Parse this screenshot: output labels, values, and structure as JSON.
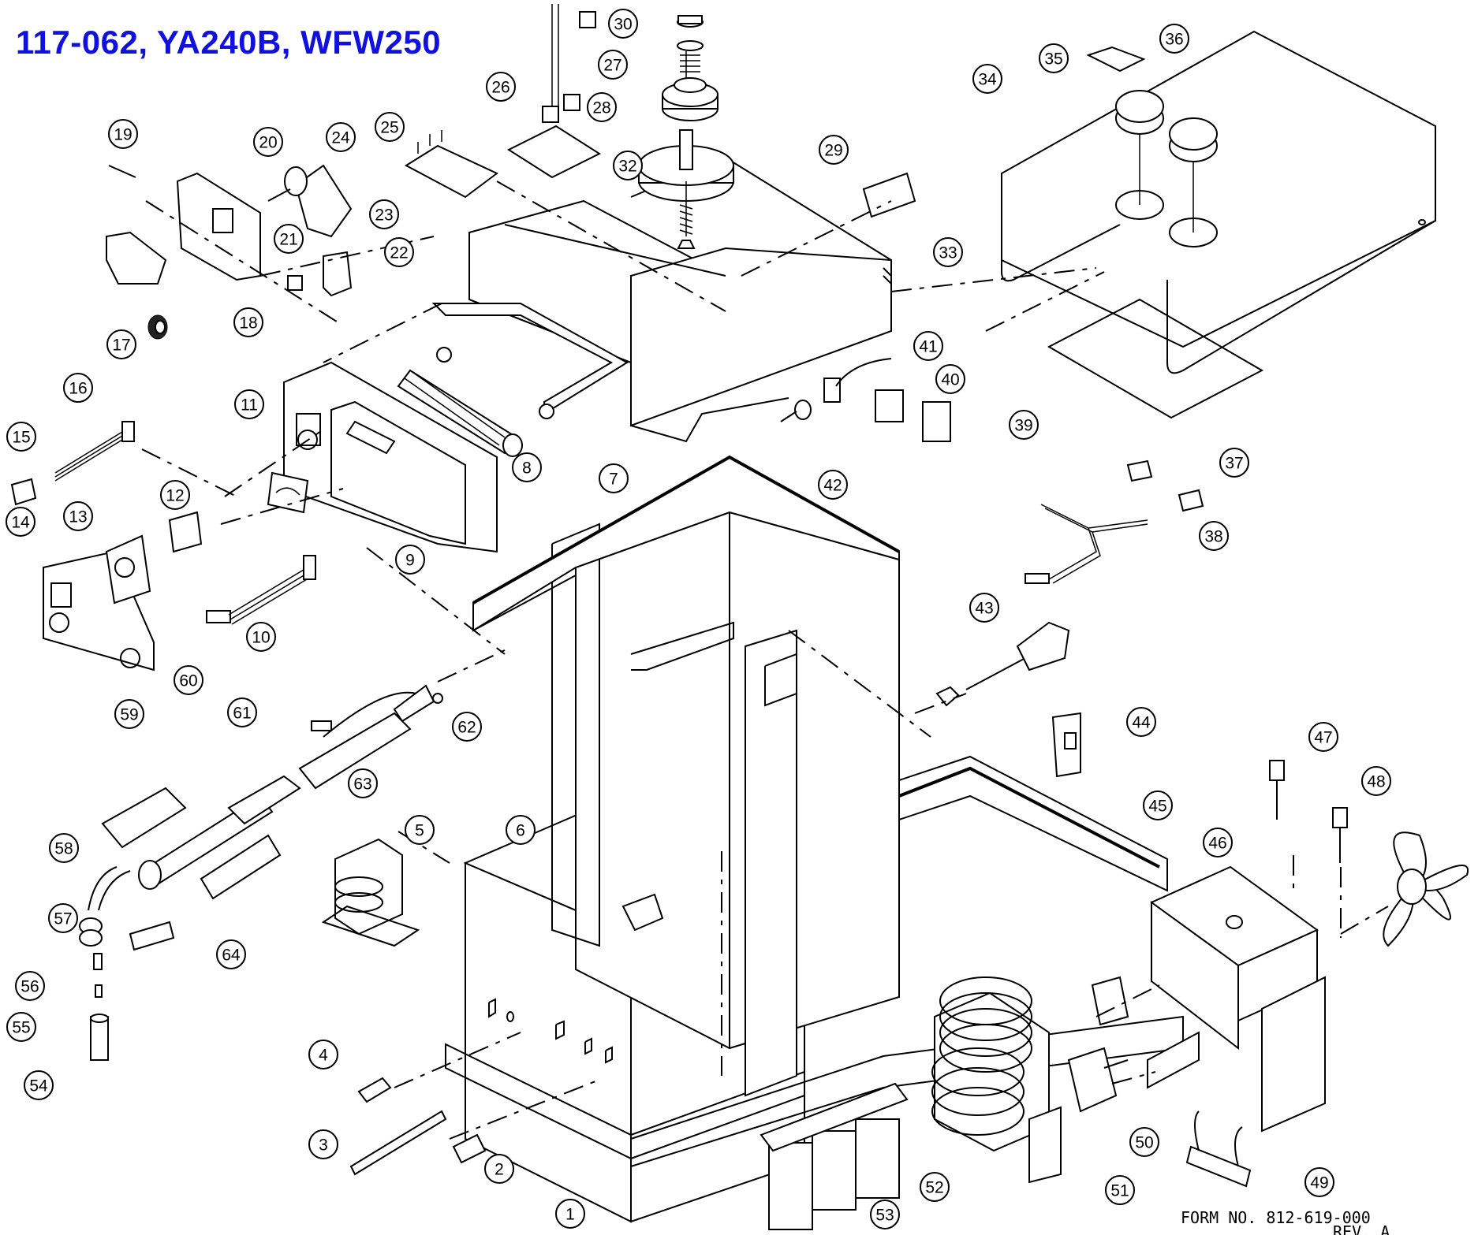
{
  "title": "117-062, YA240B, WFW250",
  "title_color": "#1010e0",
  "form_number": "FORM NO. 812-619-000",
  "revision": "REV. A",
  "callouts": [
    "1",
    "2",
    "3",
    "4",
    "5",
    "6",
    "7",
    "8",
    "9",
    "10",
    "11",
    "12",
    "13",
    "14",
    "15",
    "16",
    "17",
    "18",
    "19",
    "20",
    "21",
    "22",
    "23",
    "24",
    "25",
    "26",
    "27",
    "28",
    "29",
    "30",
    "32",
    "33",
    "34",
    "35",
    "36",
    "37",
    "38",
    "39",
    "40",
    "41",
    "42",
    "43",
    "44",
    "45",
    "46",
    "47",
    "48",
    "49",
    "50",
    "51",
    "52",
    "53",
    "54",
    "55",
    "56",
    "57",
    "58",
    "59",
    "60",
    "61",
    "62",
    "63",
    "64"
  ]
}
